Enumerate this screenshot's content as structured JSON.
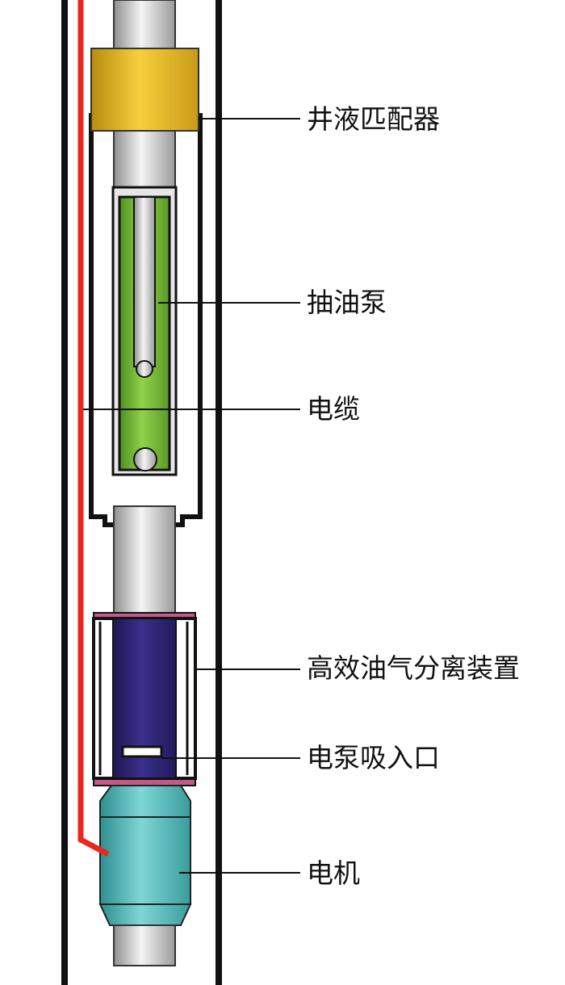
{
  "labels": {
    "matcher": "井液匹配器",
    "pump": "抽油泵",
    "cable": "电缆",
    "separator": "高效油气分离装置",
    "intake": "电泵吸入口",
    "motor": "电机"
  },
  "colors": {
    "casing": "#111111",
    "cable": "#e8281e",
    "tubing": "#dcdcdc",
    "matcher": "#f2c32a",
    "pump_barrel": "#7cc43a",
    "separator": "#33287a",
    "separator_rim": "#c25a86",
    "motor": "#5cc0c0"
  }
}
